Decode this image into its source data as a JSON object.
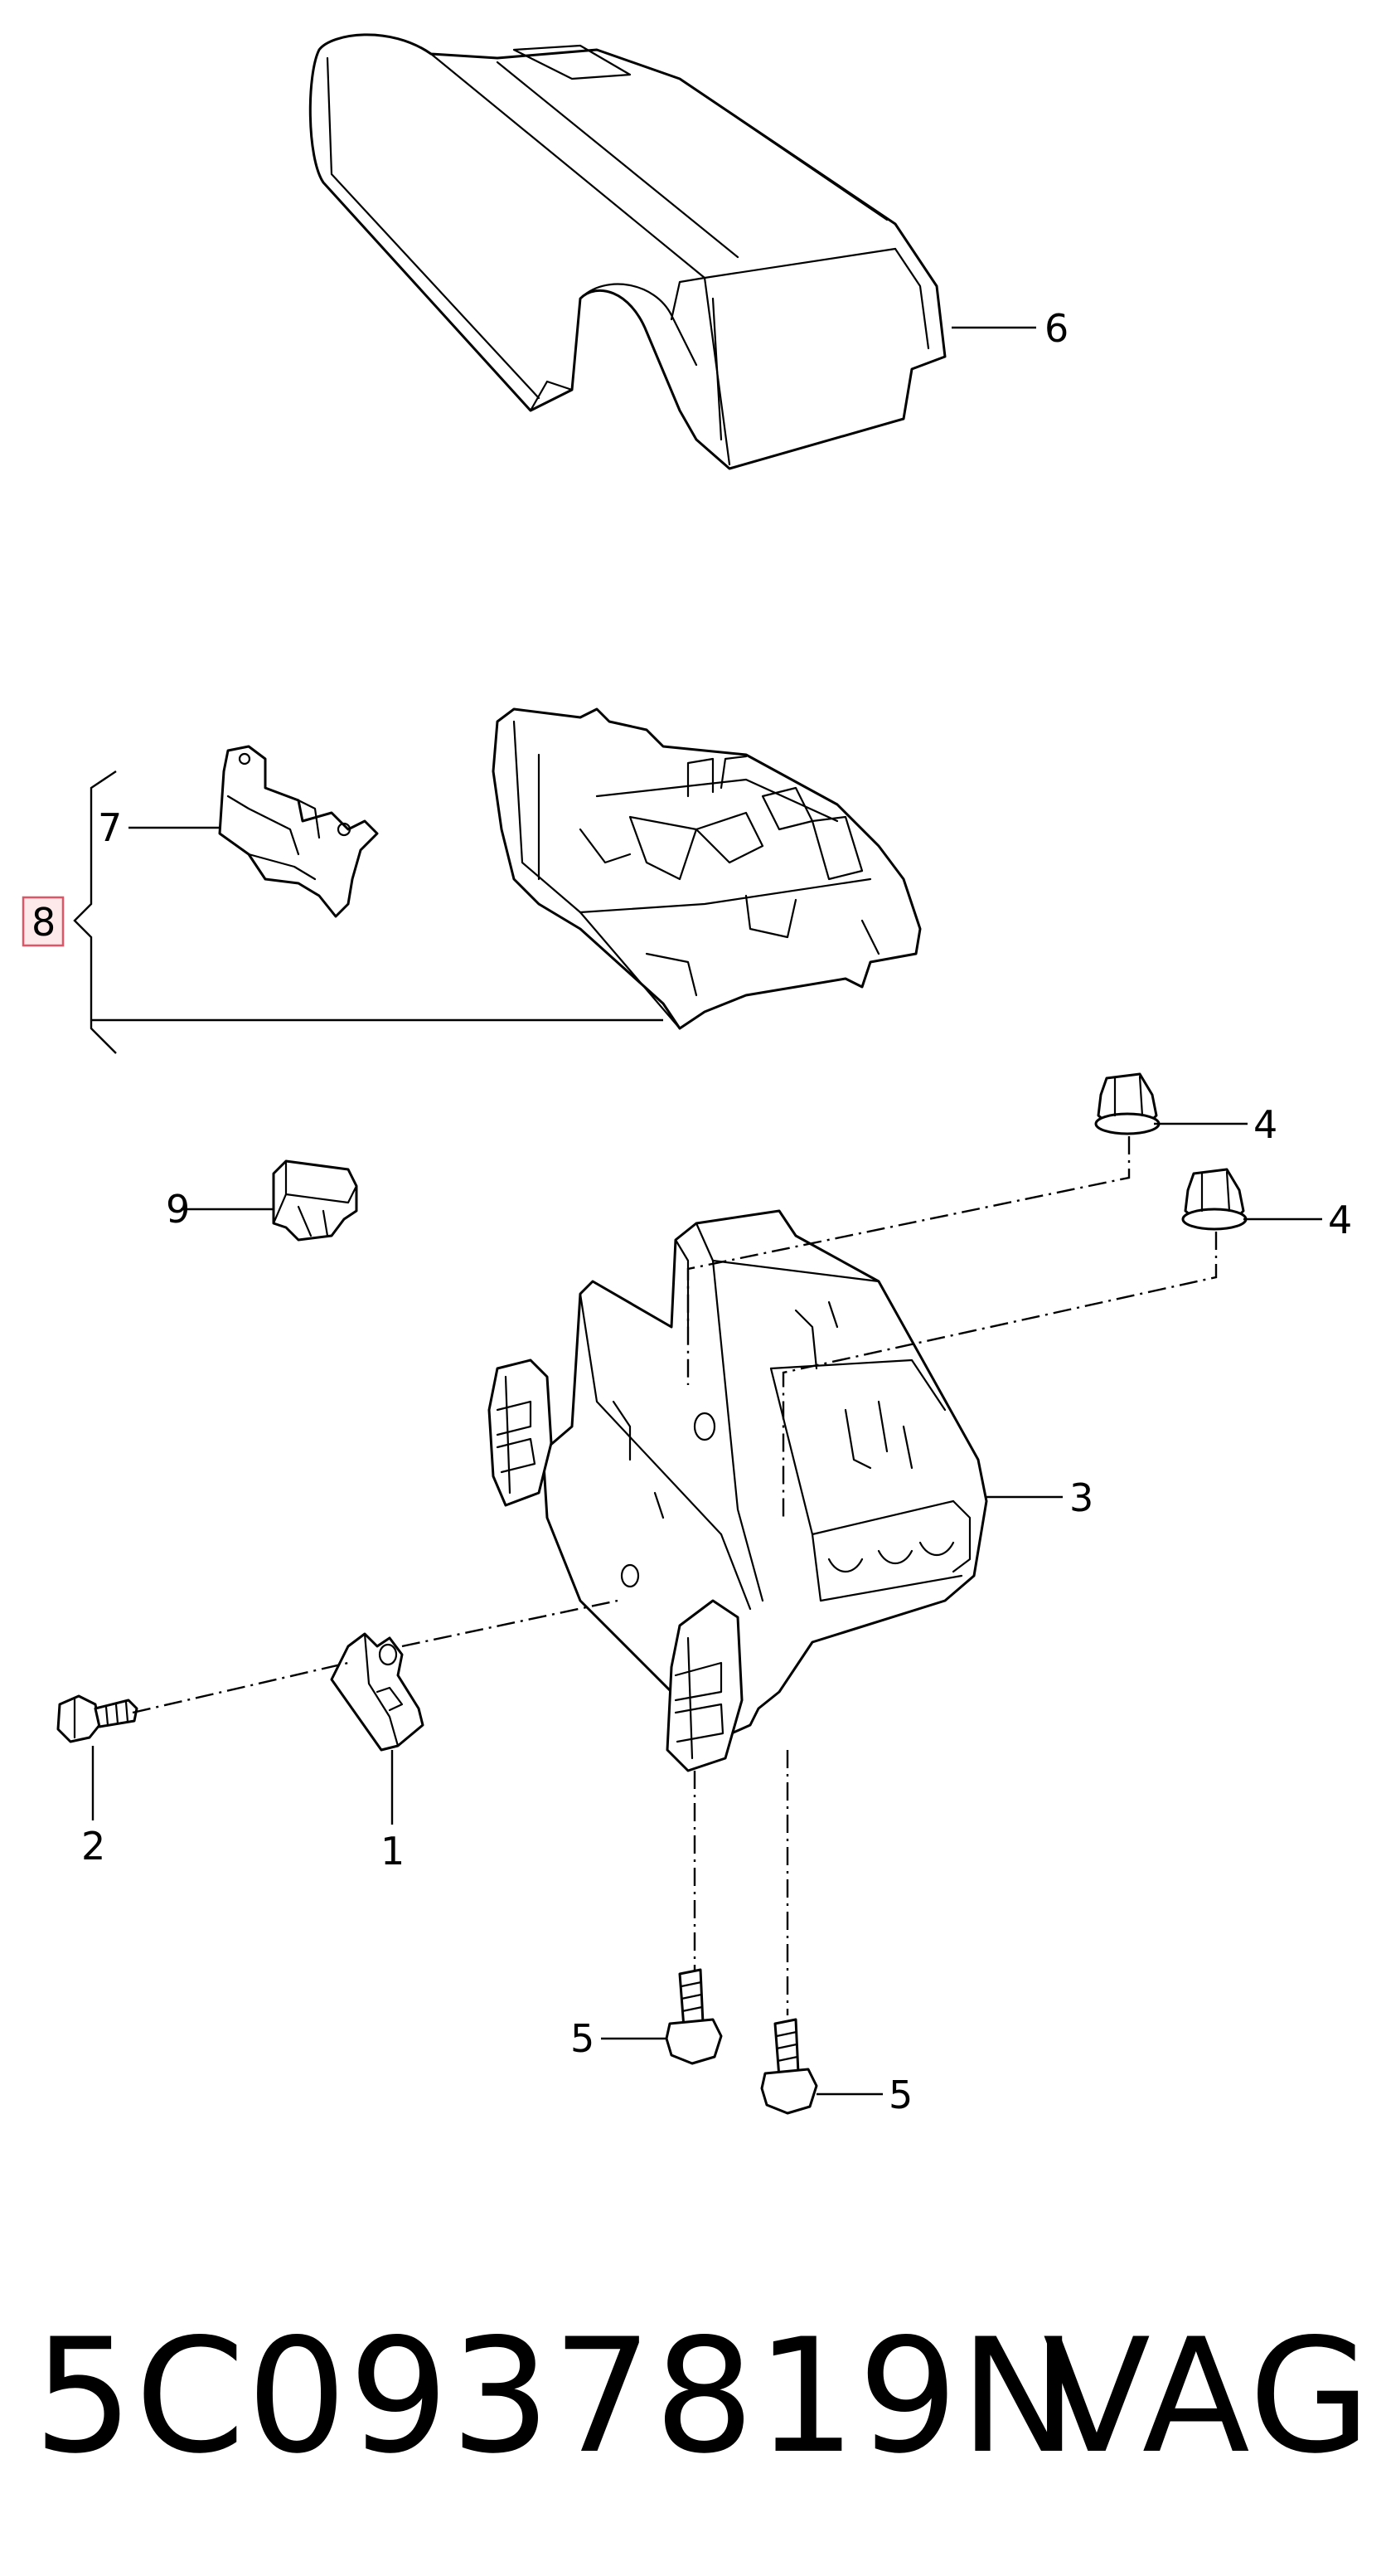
{
  "callouts": [
    {
      "id": "1",
      "label": "1"
    },
    {
      "id": "2",
      "label": "2"
    },
    {
      "id": "3",
      "label": "3"
    },
    {
      "id": "4a",
      "label": "4"
    },
    {
      "id": "4b",
      "label": "4"
    },
    {
      "id": "5a",
      "label": "5"
    },
    {
      "id": "5b",
      "label": "5"
    },
    {
      "id": "6",
      "label": "6"
    },
    {
      "id": "7",
      "label": "7"
    },
    {
      "id": "8",
      "label": "8",
      "highlighted": true
    },
    {
      "id": "9",
      "label": "9"
    }
  ],
  "footer": {
    "part_number": "5C0937819N",
    "brand": "VAG"
  },
  "colors": {
    "line": "#000000",
    "background": "#ffffff",
    "highlight_fill": "#fde8ea",
    "highlight_stroke": "#e05566"
  }
}
